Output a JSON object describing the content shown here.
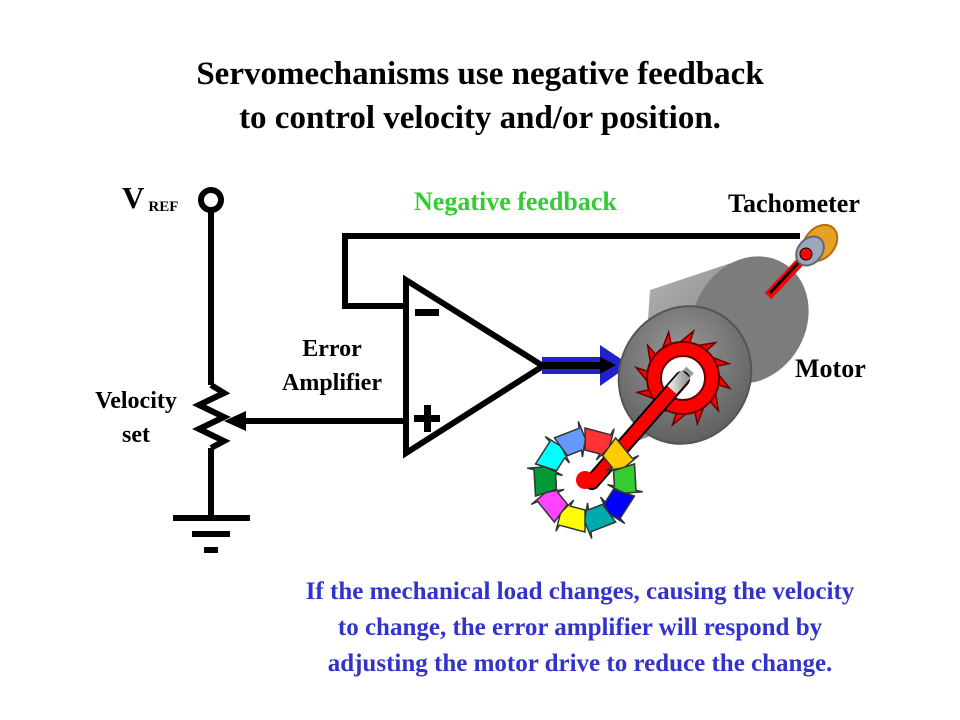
{
  "title": {
    "line1": "Servomechanisms use negative feedback",
    "line2": "to control velocity and/or position."
  },
  "labels": {
    "vref_main": "V",
    "vref_sub": "REF",
    "negative_feedback": "Negative feedback",
    "tachometer": "Tachometer",
    "motor": "Motor",
    "error_line1": "Error",
    "error_line2": "Amplifier",
    "velocity_line1": "Velocity",
    "velocity_line2": "set",
    "minus_sign": "-",
    "plus_sign": "+"
  },
  "note": {
    "line1": "If the mechanical load changes, causing the velocity",
    "line2": "to change, the error amplifier will respond by",
    "line3": "adjusting the motor drive to reduce the change."
  },
  "colors": {
    "feedback_label": "#33cc33",
    "note_text": "#3333cc",
    "drive_arrow": "#2222cc",
    "rotor": "#ff0000",
    "motor_body": "#8a8a8a",
    "tachometer_cap": "#e8a020"
  },
  "wheel_colors": [
    "#ff3333",
    "#ffcc00",
    "#33cc33",
    "#0000ff",
    "#00aaaa",
    "#ffff00",
    "#ff44ff",
    "#009933",
    "#00ffff",
    "#6699ff"
  ]
}
